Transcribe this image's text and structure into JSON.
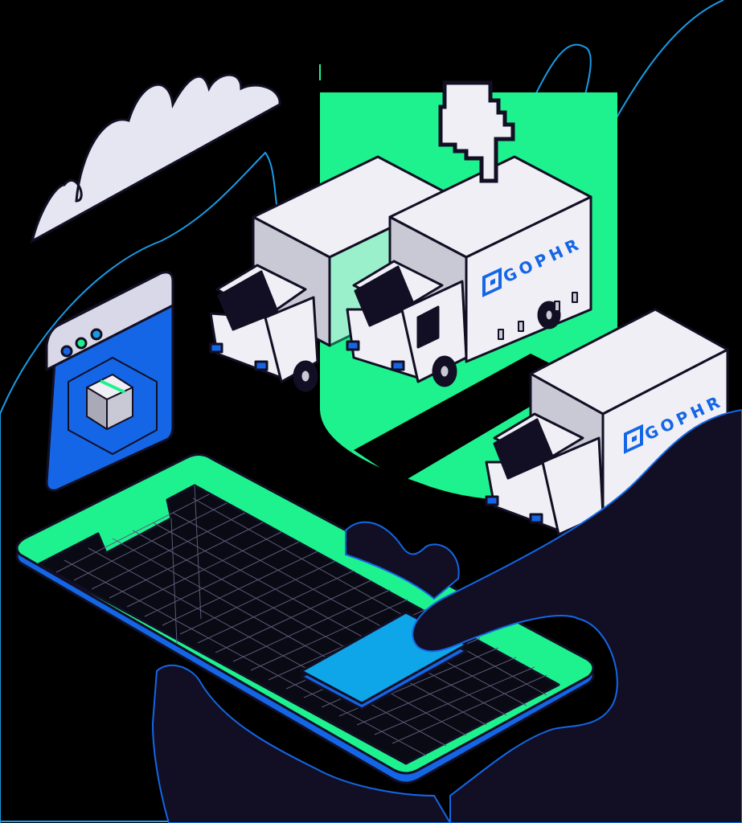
{
  "illustration": {
    "subject": "Delivery trucks, phone with a tap button, and a browser window with a parcel",
    "truck_brand_label": "GOPHR",
    "trucks_count": 3,
    "elements": [
      "cloud",
      "browser-window-with-parcel",
      "delivery-truck-back",
      "delivery-truck-highlighted",
      "delivery-truck-front",
      "pixel-hand-cursor",
      "smartphone",
      "hands"
    ]
  },
  "colors": {
    "background": "#000000",
    "accent_green": "#1ef28f",
    "brand_blue": "#1466e6",
    "button_blue": "#0ea5e9",
    "outline": "#120f24",
    "truck_white": "#efeff5",
    "truck_grey": "#c9c9d6",
    "hand_dark": "#120f24",
    "line_blue": "#1a9be6"
  }
}
